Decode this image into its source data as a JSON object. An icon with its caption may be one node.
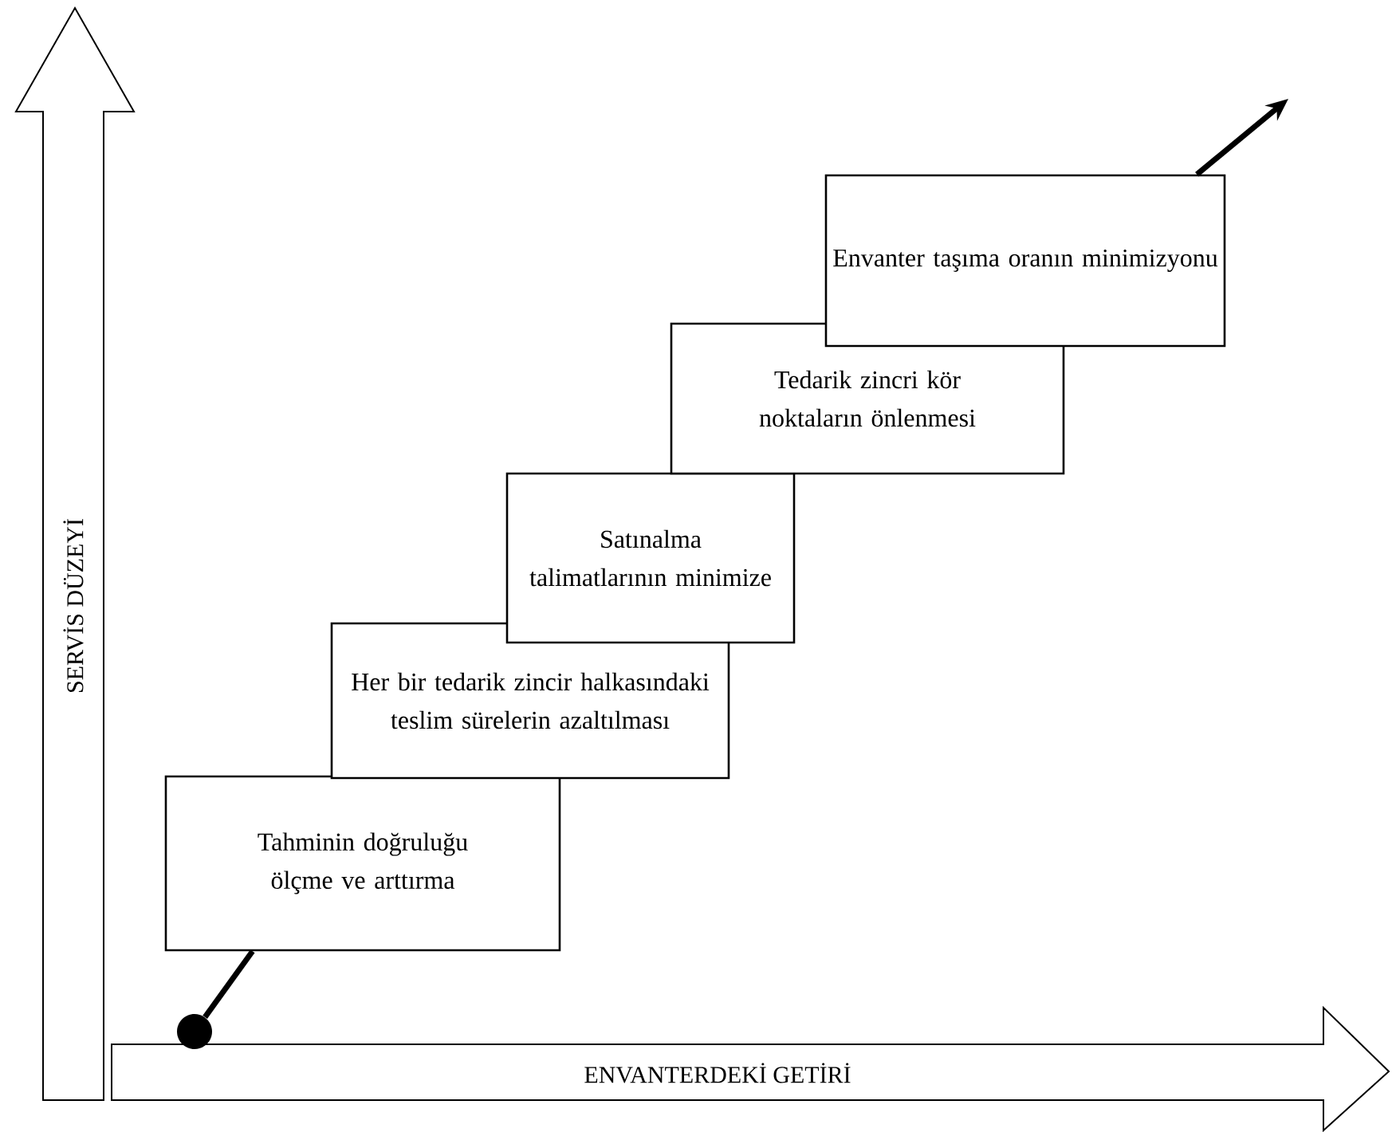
{
  "diagram": {
    "nodes": [
      {
        "text": [
          "Tahminin doğruluğu ölçme ve arttırma"
        ]
      },
      {
        "text": [
          "Her bir tedarik zincir halkasındaki teslim sürelerin azaltılması"
        ]
      },
      {
        "text": [
          "Satınalma talimatlarının minimize"
        ]
      },
      {
        "text": [
          "Tedarik zincri kör noktaların önlenmesi"
        ]
      },
      {
        "text": [
          "Envanter taşıma oranın minimizyonu"
        ]
      },
      {
        "text": [
          "SERVİS DÜZEYİ"
        ]
      },
      {
        "text": [
          "ENVANTERDEKİ GETİRİ"
        ]
      },
      {
        "text": [],
        "shape": "circle"
      }
    ],
    "edges": [
      {
        "from": 7,
        "to": 0,
        "arrow": "none"
      },
      {
        "from": 4,
        "to": null,
        "arrow": "to"
      }
    ]
  }
}
